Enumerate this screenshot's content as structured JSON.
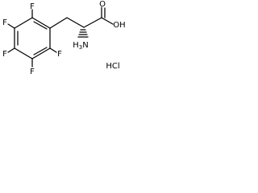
{
  "molecule": {
    "fluorine_symbol": "F",
    "hydroxyl_label": "OH",
    "oxygen_label": "O",
    "amino_prefix": "H",
    "amino_subscript": "3",
    "amino_suffix": "N",
    "salt_label": "HCl",
    "colors": {
      "line": "#000000",
      "text": "#000000",
      "background": "#ffffff"
    }
  }
}
